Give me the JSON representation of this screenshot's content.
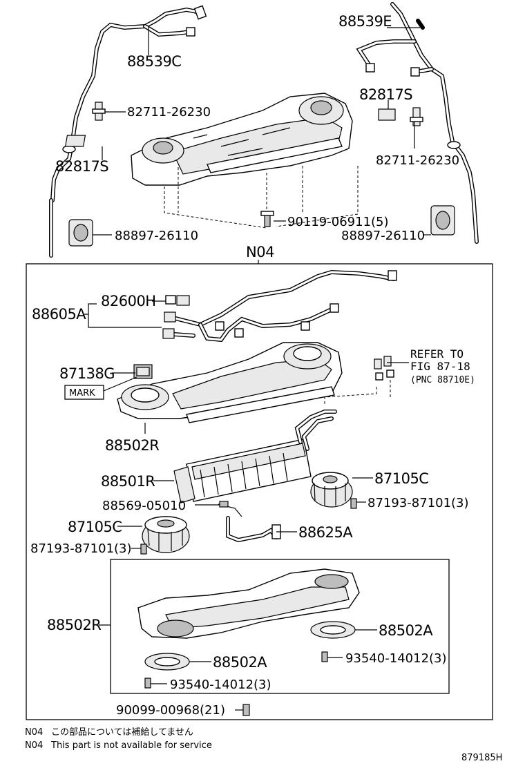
{
  "labels": {
    "p88539C": "88539C",
    "p88539E": "88539E",
    "p82711_L": "82711-26230",
    "p82711_R": "82711-26230",
    "p82817S_L": "82817S",
    "p82817S_R": "82817S",
    "p90119": "90119-06911(5)",
    "p88897_L": "88897-26110",
    "p88897_R": "88897-26110",
    "n04_header": "N04",
    "p88605A": "88605A",
    "p82600H": "82600H",
    "p87138G": "87138G",
    "mark": "MARK",
    "refer_1": "REFER TO",
    "refer_2": "FIG 87-18",
    "refer_3": "(PNC 88710E)",
    "p88502R_top": "88502R",
    "p88501R": "88501R",
    "p87105C_R": "87105C",
    "p88569": "88569-05010",
    "p87193_R": "87193-87101(3)",
    "p87105C_L": "87105C",
    "p88625A": "88625A",
    "p87193_L": "87193-87101(3)",
    "p88502R_bot": "88502R",
    "p88502A_R": "88502A",
    "p88502A_L": "88502A",
    "p93540_R": "93540-14012(3)",
    "p93540_L": "93540-14012(3)",
    "p90099": "90099-00968(21)"
  },
  "notes": {
    "line1_code": "N04",
    "line1_text": "この部品については補給してません",
    "line2_code": "N04",
    "line2_text": "This part is not available for service"
  },
  "figure_id": "879185H"
}
